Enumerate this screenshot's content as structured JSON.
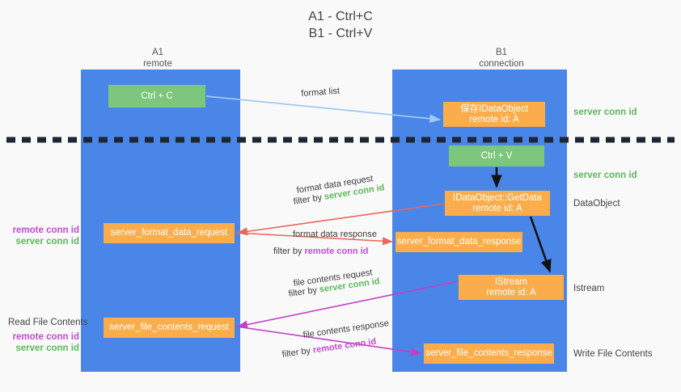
{
  "title": {
    "line1": "A1 - Ctrl+C",
    "line2": "B1 - Ctrl+V"
  },
  "columns": {
    "a1": {
      "name": "A1",
      "sub": "remote"
    },
    "b1": {
      "name": "B1",
      "sub": "connection"
    }
  },
  "boxes": {
    "ctrl_c": "Ctrl + C",
    "ctrl_v": "Ctrl + V",
    "idataobject_l1": "保存IDataObject",
    "idataobject_l2": "remote id: A",
    "getdata_l1": "IDataObject::GetData",
    "getdata_l2": "remote id: A",
    "istream_l1": "IStream",
    "istream_l2": "remote id: A",
    "server_format_data_request": "server_format_data_request",
    "server_format_data_response": "server_format_data_response",
    "server_file_contents_request": "server_file_contents_request",
    "server_file_contents_response": "server_file_contents_response"
  },
  "right_labels": {
    "server_conn_id_top": "server conn id",
    "server_conn_id_mid": "server conn id",
    "dataobject": "DataObject",
    "istream": "Istream",
    "write_file_contents": "Write File Contents"
  },
  "left_labels": {
    "remote_conn_id_1": "remote conn id",
    "server_conn_id_1": "server conn id",
    "read_file_contents": "Read File Contents",
    "remote_conn_id_2": "remote conn id",
    "server_conn_id_2": "server conn id"
  },
  "flow_labels": {
    "format_list": "format list",
    "format_data_request": "format data request",
    "filter_by": "filter by",
    "server_conn_id": "server conn id",
    "remote_conn_id": "remote conn id",
    "format_data_response": "format data response",
    "file_contents_request": "file contents request",
    "file_contents_response": "file contents response"
  },
  "colors": {
    "lane_blue": "#4a86e8",
    "box_green": "#7dc67d",
    "box_orange": "#fbad4b",
    "server_conn_green": "#5bb85b",
    "remote_conn_purple": "#c04bd0",
    "arrow_light_blue": "#9fc9f3",
    "arrow_red": "#e8675a",
    "arrow_magenta": "#c33fc9",
    "arrow_black": "#111111",
    "background": "#f9f9f9"
  }
}
